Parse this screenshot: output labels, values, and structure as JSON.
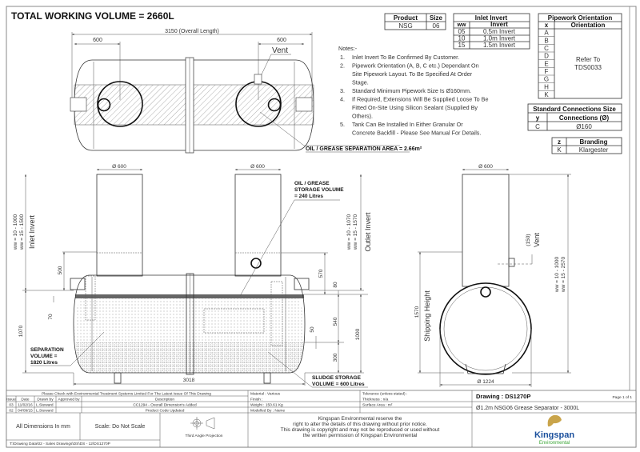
{
  "title": "TOTAL WORKING VOLUME = 2660L",
  "plan_view": {
    "overall_length": "3150 (Overall Length)",
    "dim_left": "600",
    "dim_right": "600",
    "vent": "Vent",
    "separation_area": "OIL / GREASE SEPARATION AREA = 2.66m²"
  },
  "product_table": {
    "headers": [
      "Product",
      "Size"
    ],
    "row": [
      "NSG",
      "06"
    ]
  },
  "inlet_invert_table": {
    "title": "Inlet Invert",
    "headers": [
      "ww",
      "Invert"
    ],
    "rows": [
      [
        "05",
        "0.5m Invert"
      ],
      [
        "10",
        "1.0m Invert"
      ],
      [
        "15",
        "1.5m Invert"
      ]
    ]
  },
  "pipework_table": {
    "title": "Pipework Orientation",
    "headers": [
      "x",
      "Orientation"
    ],
    "letters": [
      "A",
      "B",
      "C",
      "D",
      "E",
      "F",
      "G",
      "H",
      "K"
    ],
    "refer_line1": "Refer To",
    "refer_line2": "TDS0033"
  },
  "connections_table": {
    "title": "Standard Connections Size",
    "headers": [
      "y",
      "Connections (Ø)"
    ],
    "row": [
      "C",
      "Ø160"
    ]
  },
  "branding_table": {
    "headers": [
      "z",
      "Branding"
    ],
    "row": [
      "K",
      "Klargester"
    ]
  },
  "notes": {
    "heading": "Notes:-",
    "items": [
      {
        "num": "1.",
        "lines": [
          "Inlet Invert To Be Confirmed By Customer."
        ]
      },
      {
        "num": "2.",
        "lines": [
          "Pipework Orientation (A, B, C etc.) Dependant On",
          "Site Pipework Layout. To Be Specified At Order",
          "Stage."
        ]
      },
      {
        "num": "3.",
        "lines": [
          "Standard Minimum Pipework Size Is Ø160mm."
        ]
      },
      {
        "num": "4.",
        "lines": [
          "If Required, Extensions Will Be Supplied Loose To Be",
          "Fitted On-Site Using Silicon Sealant (Supplied By",
          "Others)."
        ]
      },
      {
        "num": "5.",
        "lines": [
          "Tank Can Be Installed In Either Granular Or",
          "Concrete Backfill - Please See Manual For Details."
        ]
      }
    ]
  },
  "elevation": {
    "turret_left_dia": "Ø 600",
    "turret_right_dia": "Ø 600",
    "inlet_label": "Inlet Invert",
    "inlet_ww10": "ww = 10 - 1000",
    "inlet_ww15": "ww = 15 - 1500",
    "outlet_label": "Outlet Invert",
    "outlet_ww10": "ww = 10 - 1070",
    "outlet_ww15": "ww = 15 - 1570",
    "dim_500": "500",
    "dim_570": "570",
    "dim_80": "80",
    "dim_70": "70",
    "dim_1070": "1070",
    "dim_540": "540",
    "dim_50": "50",
    "dim_1000": "1000",
    "dim_300": "300",
    "dim_3018": "3018",
    "oil_storage": [
      "OIL / GREASE",
      "STORAGE VOLUME",
      "= 240 Litres"
    ],
    "separation": [
      "SEPARATION",
      "VOLUME =",
      "1820 Litres"
    ],
    "sludge": [
      "SLUDGE STORAGE",
      "VOLUME = 600 Litres"
    ]
  },
  "end_view": {
    "turret_dia": "Ø 600",
    "vent_dim": "(150)",
    "vent": "Vent",
    "ww10": "ww = 10 - 1000",
    "ww15": "ww = 15 - 2570",
    "shipping_dim": "1570",
    "shipping_label": "Shipping Height",
    "base_dia": "Ø 1224"
  },
  "title_block": {
    "check_notice": "Please Check with Environmental Treatment Systems Limited For The Latest Issue Of This Drawing",
    "rev_headers": [
      "Issue",
      "Date",
      "Drawn by",
      "Approved by",
      "Description"
    ],
    "revisions": [
      [
        "03",
        "11/02/16",
        "L.Steward",
        "",
        "CC1294 - Overall Dimension's Added"
      ],
      [
        "02",
        "04/09/15",
        "L.Steward",
        "",
        "Product Code Updated"
      ]
    ],
    "material": "Material : Various",
    "finish": "Finish :",
    "weight": "Weight : 150.61 Kg",
    "modelled_by": "Modelled By : Name",
    "tolerance": "Tolerance (unless stated) :",
    "thickness": "Thickness : n/a",
    "surface_area": "Surface Area : m²",
    "drawing_no": "Drawing : DS1270P",
    "page": "Page 1 of 1",
    "drawing_title": "Ø1.2m NSG06 Grease Separator - 3000L",
    "dimensions_note": "All Dimensions In mm",
    "scale_note": "Scale: Do Not Scale",
    "projection": "Third Angle Projection",
    "file_path": "T:\\Drawing Data\\02 - Sales Drawings\\DS\\DS - 12\\DS1270P",
    "copyright": [
      "Kingspan Environmental reserve the",
      "right to alter the details of this drawing without prior notice.",
      "This drawing is copyright and may not be reproduced or used without",
      "the written permission of Kingspan Environmental"
    ],
    "logo_main": "Kingspan",
    "logo_sub": "Environmental"
  },
  "colors": {
    "logo_blue": "#1a4f9c",
    "logo_green": "#3aa535",
    "logo_gold": "#c9a44a"
  }
}
